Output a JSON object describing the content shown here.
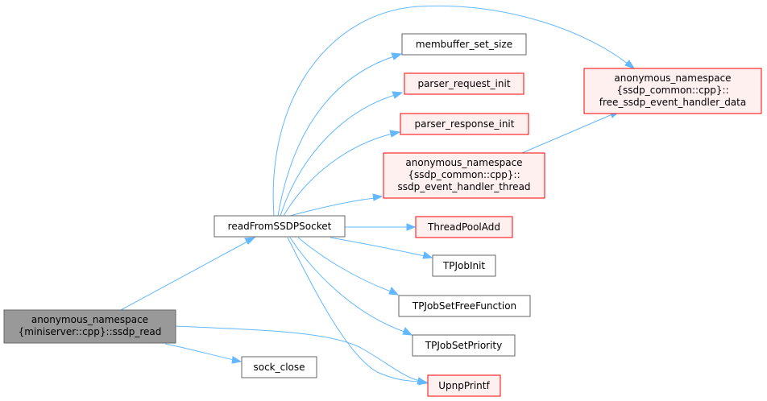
{
  "colors": {
    "edge": "#63b8ff",
    "focus_fill": "#999999",
    "focus_stroke": "#666666",
    "normal_fill": "#ffffff",
    "normal_stroke": "#666666",
    "undocumented_fill": "#fff0f0",
    "undocumented_stroke": "#ff0000"
  },
  "nodes": {
    "ssdp_read": {
      "lines": [
        "anonymous_namespace",
        "{miniserver::cpp}::ssdp_read"
      ],
      "style": "focus"
    },
    "readFromSSDPSocket": {
      "lines": [
        "readFromSSDPSocket"
      ],
      "style": "normal"
    },
    "sock_close": {
      "lines": [
        "sock_close"
      ],
      "style": "normal"
    },
    "membuffer_set_size": {
      "lines": [
        "membuffer_set_size"
      ],
      "style": "normal"
    },
    "parser_request_init": {
      "lines": [
        "parser_request_init"
      ],
      "style": "undocumented"
    },
    "parser_response_init": {
      "lines": [
        "parser_response_init"
      ],
      "style": "undocumented"
    },
    "ssdp_event_handler_thread": {
      "lines": [
        "anonymous_namespace",
        "{ssdp_common::cpp}::",
        "ssdp_event_handler_thread"
      ],
      "style": "undocumented"
    },
    "ThreadPoolAdd": {
      "lines": [
        "ThreadPoolAdd"
      ],
      "style": "undocumented"
    },
    "TPJobInit": {
      "lines": [
        "TPJobInit"
      ],
      "style": "normal"
    },
    "TPJobSetFreeFunction": {
      "lines": [
        "TPJobSetFreeFunction"
      ],
      "style": "normal"
    },
    "TPJobSetPriority": {
      "lines": [
        "TPJobSetPriority"
      ],
      "style": "normal"
    },
    "UpnpPrintf": {
      "lines": [
        "UpnpPrintf"
      ],
      "style": "undocumented"
    },
    "free_ssdp_event_handler_data": {
      "lines": [
        "anonymous_namespace",
        "{ssdp_common::cpp}::",
        "free_ssdp_event_handler_data"
      ],
      "style": "undocumented"
    }
  },
  "edges": [
    {
      "from": "ssdp_read",
      "to": "readFromSSDPSocket"
    },
    {
      "from": "ssdp_read",
      "to": "sock_close"
    },
    {
      "from": "ssdp_read",
      "to": "UpnpPrintf"
    },
    {
      "from": "readFromSSDPSocket",
      "to": "membuffer_set_size"
    },
    {
      "from": "readFromSSDPSocket",
      "to": "parser_request_init"
    },
    {
      "from": "readFromSSDPSocket",
      "to": "parser_response_init"
    },
    {
      "from": "readFromSSDPSocket",
      "to": "ssdp_event_handler_thread"
    },
    {
      "from": "readFromSSDPSocket",
      "to": "ThreadPoolAdd"
    },
    {
      "from": "readFromSSDPSocket",
      "to": "TPJobInit"
    },
    {
      "from": "readFromSSDPSocket",
      "to": "TPJobSetFreeFunction"
    },
    {
      "from": "readFromSSDPSocket",
      "to": "TPJobSetPriority"
    },
    {
      "from": "readFromSSDPSocket",
      "to": "UpnpPrintf"
    },
    {
      "from": "readFromSSDPSocket",
      "to": "free_ssdp_event_handler_data"
    },
    {
      "from": "ssdp_event_handler_thread",
      "to": "free_ssdp_event_handler_data"
    }
  ]
}
